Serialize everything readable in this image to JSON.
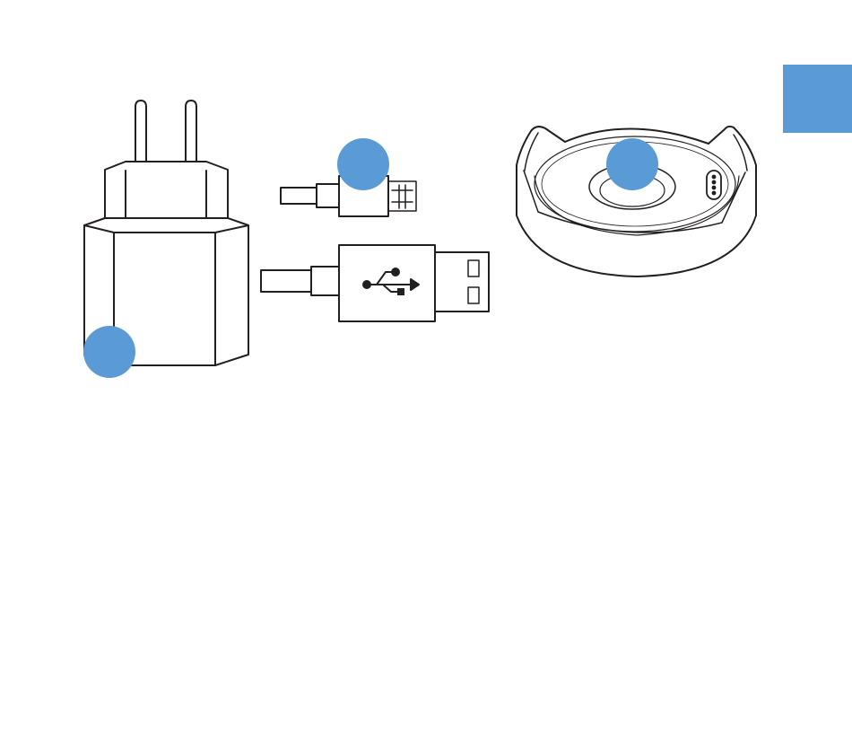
{
  "colors": {
    "accent": "#5b9bd5",
    "stroke": "#231f20",
    "background": "#ffffff"
  },
  "side_tab": {
    "label": ""
  },
  "callouts": [
    {
      "id": "charger",
      "label": ""
    },
    {
      "id": "micro-usb-connector",
      "label": ""
    },
    {
      "id": "charging-dock",
      "label": ""
    }
  ],
  "icons": [
    "usb-symbol-icon",
    "pogo-pin-contacts-icon"
  ]
}
